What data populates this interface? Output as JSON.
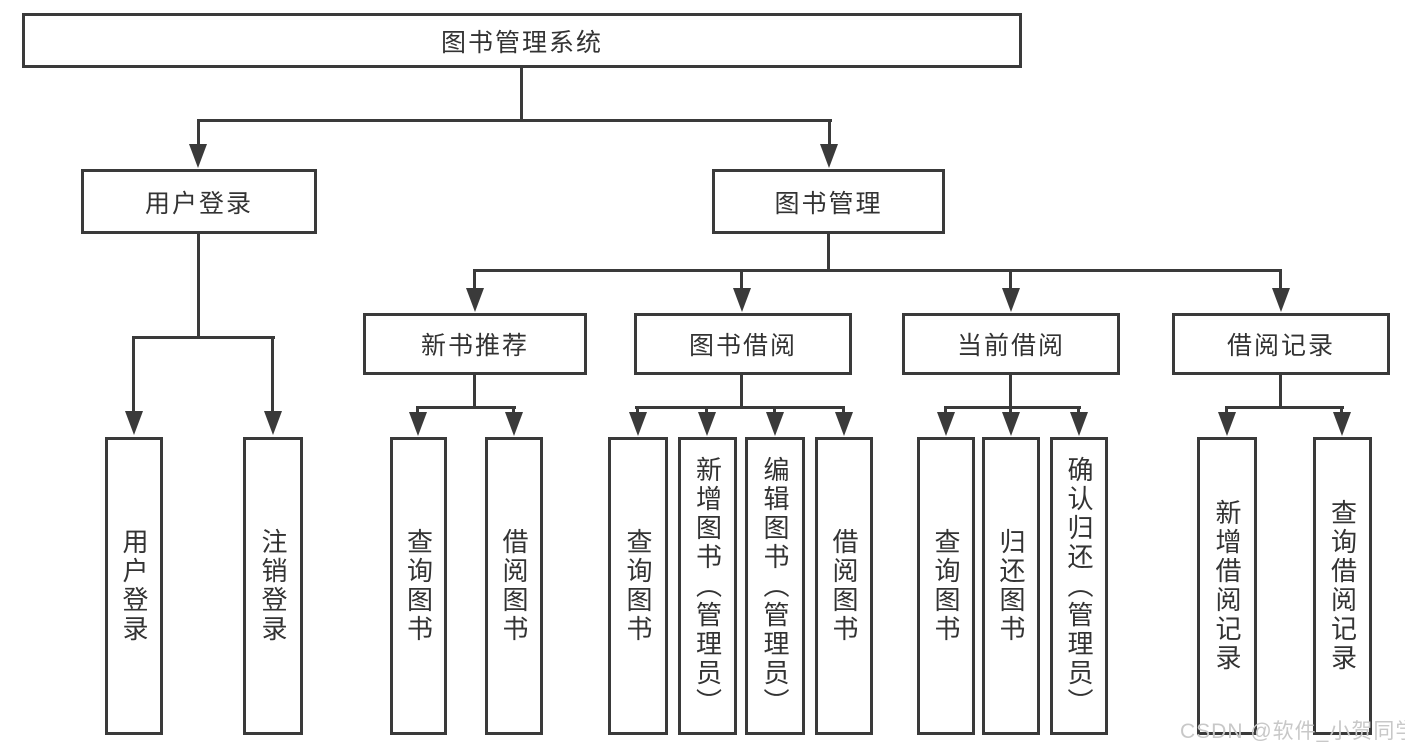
{
  "diagram": {
    "root": "图书管理系统",
    "branches": [
      {
        "label": "用户登录",
        "children": [
          "用户登录",
          "注销登录"
        ]
      },
      {
        "label": "图书管理",
        "children": [
          {
            "label": "新书推荐",
            "children": [
              "查询图书",
              "借阅图书"
            ]
          },
          {
            "label": "图书借阅",
            "children": [
              "查询图书",
              "新增图书（管理员）",
              "编辑图书（管理员）",
              "借阅图书"
            ]
          },
          {
            "label": "当前借阅",
            "children": [
              "查询图书",
              "归还图书",
              "确认归还（管理员）"
            ]
          },
          {
            "label": "借阅记录",
            "children": [
              "新增借阅记录",
              "查询借阅记录"
            ]
          }
        ]
      }
    ]
  },
  "watermark": {
    "text": "CSDN @软件_小贺同学",
    "color": "#c8c8c8"
  },
  "colors": {
    "line": "#3a3a3a",
    "text": "#333333",
    "box_background": "#ffffff",
    "page_background": "#ffffff"
  }
}
